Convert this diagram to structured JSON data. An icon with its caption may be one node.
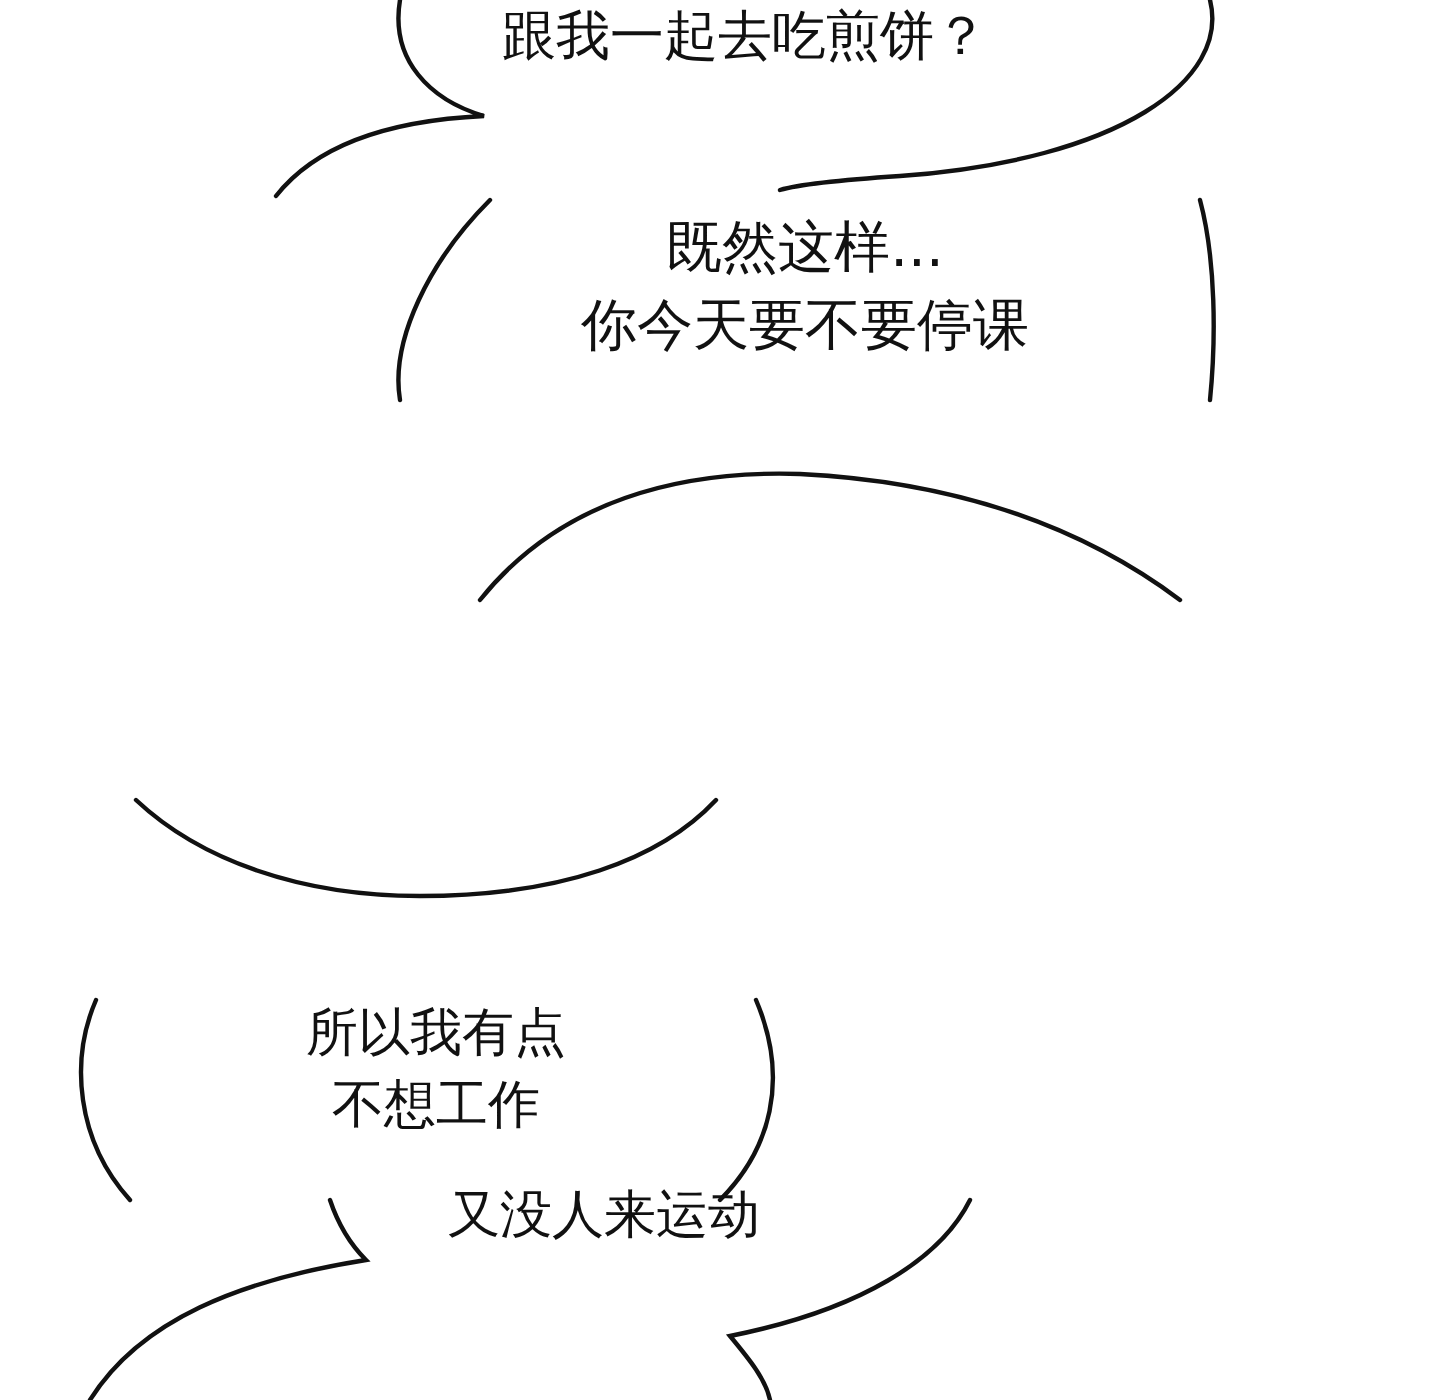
{
  "diagram": {
    "nodes": [
      {
        "text": [
          "跟我一起去吃煎饼？"
        ]
      },
      {
        "text": [
          "既然这样...你今天要不要停课"
        ]
      },
      {
        "text": [],
        "shape": "cloud"
      },
      {
        "text": [
          "所以我有点不想工作"
        ]
      },
      {
        "text": [
          "又没人来运动"
        ]
      }
    ]
  }
}
